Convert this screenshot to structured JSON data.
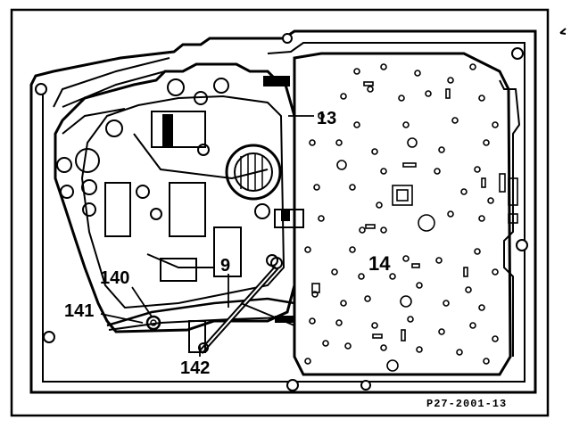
{
  "diagram": {
    "callouts": {
      "label_13": "13",
      "label_14": "14",
      "label_9": "9",
      "label_140": "140",
      "label_141": "141",
      "label_142": "142"
    },
    "figure_ref": "P27-2001-13"
  }
}
